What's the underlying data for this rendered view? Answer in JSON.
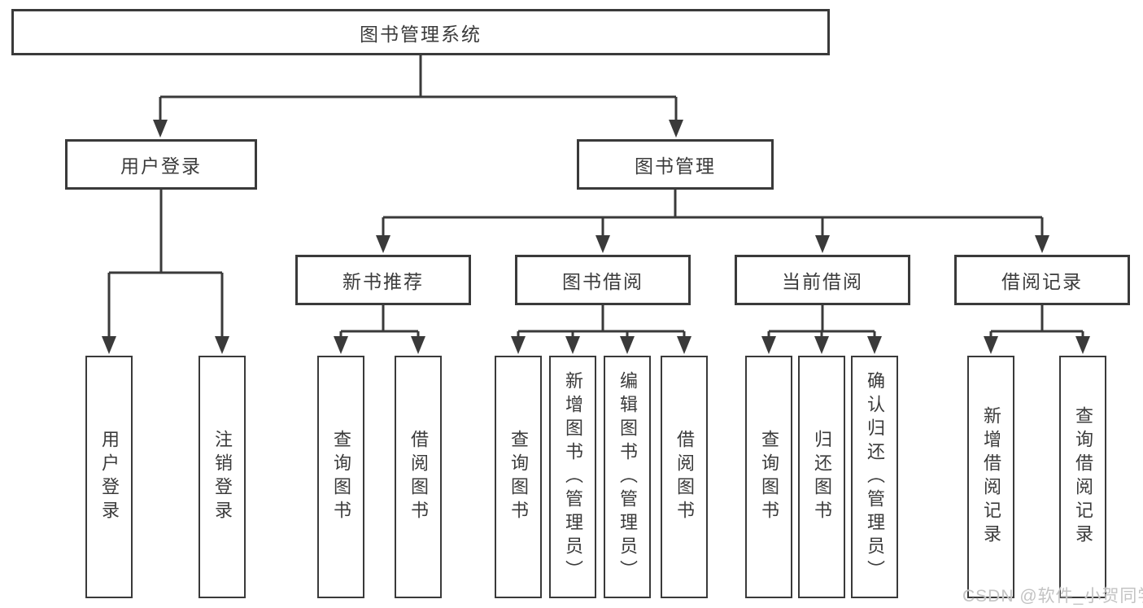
{
  "diagram": {
    "root": {
      "label": "图书管理系统"
    },
    "level2": [
      {
        "label": "用户登录"
      },
      {
        "label": "图书管理"
      }
    ],
    "level3": [
      {
        "label": "新书推荐",
        "parent": "图书管理"
      },
      {
        "label": "图书借阅",
        "parent": "图书管理"
      },
      {
        "label": "当前借阅",
        "parent": "图书管理"
      },
      {
        "label": "借阅记录",
        "parent": "图书管理"
      }
    ],
    "leaves": [
      {
        "label": "用户登录",
        "parent": "用户登录"
      },
      {
        "label": "注销登录",
        "parent": "用户登录"
      },
      {
        "label": "查询图书",
        "parent": "新书推荐"
      },
      {
        "label": "借阅图书",
        "parent": "新书推荐"
      },
      {
        "label": "查询图书",
        "parent": "图书借阅"
      },
      {
        "label": "新增图书（管理员）",
        "parent": "图书借阅"
      },
      {
        "label": "编辑图书（管理员）",
        "parent": "图书借阅"
      },
      {
        "label": "借阅图书",
        "parent": "图书借阅"
      },
      {
        "label": "查询图书",
        "parent": "当前借阅"
      },
      {
        "label": "归还图书",
        "parent": "当前借阅"
      },
      {
        "label": "确认归还（管理员）",
        "parent": "当前借阅"
      },
      {
        "label": "新增借阅记录",
        "parent": "借阅记录"
      },
      {
        "label": "查询借阅记录",
        "parent": "借阅记录"
      }
    ]
  },
  "watermark": {
    "text": "CSDN @软件_小贺同学"
  },
  "colors": {
    "line": "#3a3a3a",
    "box_border": "#3a3a3a",
    "box_fill": "#ffffff",
    "text": "#3b3b3b",
    "watermark": "#c3c3c3"
  }
}
